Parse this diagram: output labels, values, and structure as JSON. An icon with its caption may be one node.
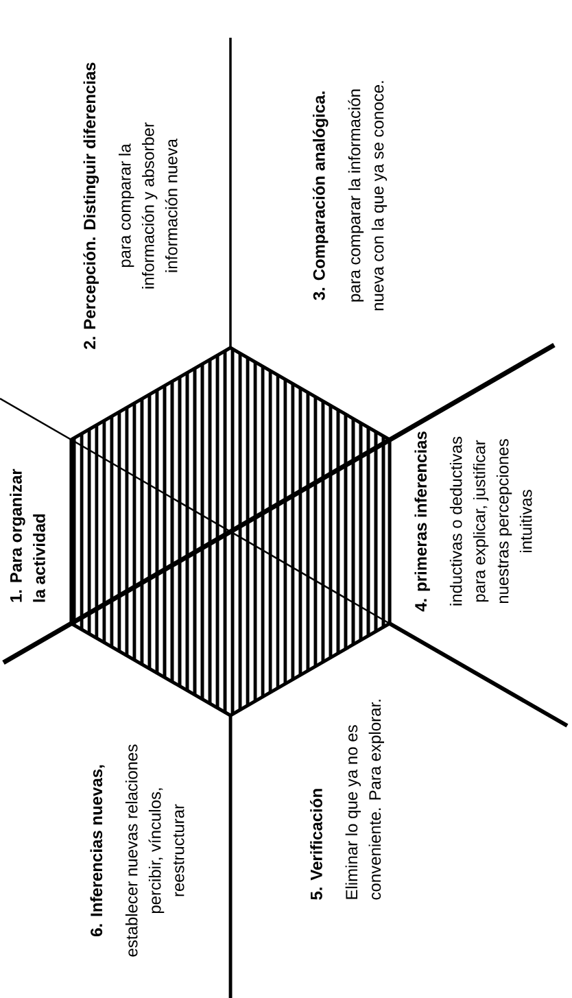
{
  "diagram": {
    "nodes": [
      {
        "text": [],
        "shape": "hexagon"
      },
      {
        "text": [
          "1. Para organizar la actividad"
        ]
      },
      {
        "text": [
          "2. Percepción. Distinguir diferencias",
          "para comparar la información y absorber información nueva"
        ]
      },
      {
        "text": [
          "3. Comparación analógica.",
          "para comparar la información nueva con la que ya se conoce."
        ]
      },
      {
        "text": [
          "4. primeras inferencias",
          "inductivas o deductivas para explicar, justificar nuestras percepciones intuitivas"
        ]
      },
      {
        "text": [
          "5. Verificación",
          "Eliminar lo que ya no es conveniente. Para explorar."
        ]
      },
      {
        "text": [
          "6. Inferencias nuevas,",
          "establecer nuevas relaciones percibir, vínculos, reestructurar"
        ]
      }
    ]
  }
}
